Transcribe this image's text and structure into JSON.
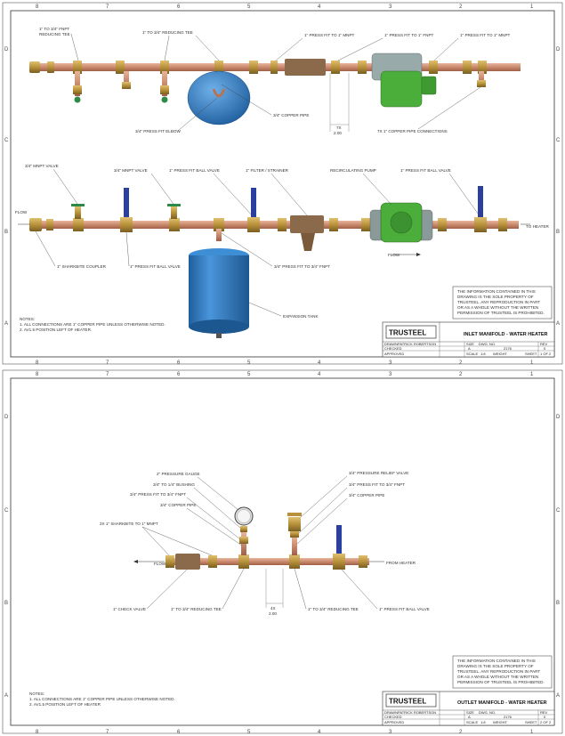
{
  "zones": {
    "columns": [
      "8",
      "7",
      "6",
      "5",
      "4",
      "3",
      "2",
      "1"
    ],
    "rows": [
      "D",
      "C",
      "B",
      "A"
    ]
  },
  "sheet1": {
    "labels": {
      "reduce_tee_nptf": "1\" TO 3/4\" FNPT",
      "reduce_tee_nptf2": "REDUCING TEE",
      "reducing_tee": "1\" TO 3/4\" REDUCING TEE",
      "press_fit_mnpt": "1\" PRESS FIT TO 1\" MNPT",
      "press_fit_fnpt_top": "1\" PRESS FIT TO 1\" FNPT",
      "press_fit_mnpt_top": "1\" PRESS FIT TO 1\" MNPT",
      "copper_pipe_34": "3/4\" COPPER PIPE",
      "press_fit_elbow": "3/4\" PRESS FIT ELBOW",
      "copper_pipe_connections": "7X 1\" COPPER PIPE CONNECTIONS",
      "dim_7x": "7X",
      "dim_val": "2.00",
      "mnpt_valve_left": "3/4\" MNPT VALVE",
      "mnpt_valve_mid": "3/4\" MNPT VALVE",
      "press_fit_ball_valve": "1\" PRESS FIT BALL VALVE",
      "filter_strainer": "1\" FILTER / STRAINER",
      "recirc_pump": "RECIRCULATING PUMP",
      "press_fit_ball_valve_right": "1\" PRESS FIT BALL VALVE",
      "flow_left": "FLOW",
      "to_heater": "TO HEATER",
      "flow_arrow": "FLOW",
      "sharkbite_coupler": "1\" SHARKBITE COUPLER",
      "press_fit_ball_valve_bottom": "1\" PRESS FIT BALL VALVE",
      "press_fit_fnpt_bottom": "3/4\" PRESS FIT TO 3/4\" FNPT",
      "expansion_tank": "EXPANSION TANK"
    },
    "notes": [
      "NOTES:",
      "1. ALL CONNECTIONS ARE 1\" COPPER PIPE UNLESS OTHERWISE NOTED.",
      "2. AV1.5 POSITION LEFT OF HEATER."
    ],
    "property_notice": [
      "THE INFORMATION CONTAINED IN THIS",
      "DRAWING IS THE SOLE PROPERTY OF",
      "TRUSTEEL. ANY REPRODUCTION IN PART",
      "OR AS A WHOLE WITHOUT THE WRITTEN",
      "PERMISSION OF TRUSTEEL IS PROHIBITED."
    ],
    "title_block": {
      "logo": "TRUSTEEL",
      "title": "INLET MANIFOLD - WATER HEATER",
      "drawn_label": "DRAWN",
      "drawn_name": "PATRICK ROBERTSON",
      "checked_label": "CHECKED",
      "approved_label": "APPROVED",
      "size_label": "SIZE",
      "size_val": "A",
      "dwg_label": "DWG. NO.",
      "dwg_val": "2176",
      "rev_label": "REV",
      "rev_val": "0",
      "scale_label": "SCALE",
      "scale_val": "1:8",
      "weight_label": "WEIGHT",
      "sheet_label": "SHEET",
      "sheet_val": "1 OF 2"
    }
  },
  "sheet2": {
    "labels": {
      "pressure_gauge": "2\" PRESSURE GAUGE",
      "bushing": "3/4\" TO 1/4\" BUSHING",
      "press_fit_fnpt": "3/4\" PRESS FIT TO 3/4\" FNPT",
      "copper_pipe": "3/4\" COPPER PIPE",
      "sharkbite_mnpt": "2X 1\" SHARKBITE TO 1\" MNPT",
      "relief_valve": "3/4\" PRESSURE RELIEF VALVE",
      "press_fit_mnpt": "3/4\" PRESS FIT TO 3/4\" FNPT",
      "copper_pipe_right": "3/4\" COPPER PIPE",
      "flow": "FLOW",
      "from_heater": "FROM HEATER",
      "check_valve": "1\" CHECK VALVE",
      "reducing_tee_left": "1\" TO 3/4\" REDUCING TEE",
      "dim_4x": "4X",
      "dim_val": "2.00",
      "reducing_tee_right": "1\" TO 3/4\" REDUCING TEE",
      "ball_valve": "1\" PRESS FIT BALL VALVE"
    },
    "notes": [
      "NOTES:",
      "1. ALL CONNECTIONS ARE 1\" COPPER PIPE UNLESS OTHERWISE NOTED.",
      "2. AV1.5 POSITION LEFT OF HEATER"
    ],
    "property_notice": [
      "THE INFORMATION CONTAINED IN THIS",
      "DRAWING IS THE SOLE PROPERTY OF",
      "TRUSTEEL. ANY REPRODUCTION IN PART",
      "OR AS A WHOLE WITHOUT THE WRITTEN",
      "PERMISSION OF TRUSTEEL IS PROHIBITED."
    ],
    "title_block": {
      "logo": "TRUSTEEL",
      "title": "OUTLET MANIFOLD - WATER HEATER",
      "drawn_label": "DRAWN",
      "drawn_name": "PATRICK ROBERTSON",
      "checked_label": "CHECKED",
      "approved_label": "APPROVED",
      "size_label": "SIZE",
      "size_val": "A",
      "dwg_label": "DWG. NO.",
      "dwg_val": "2176",
      "rev_label": "REV",
      "rev_val": "0",
      "scale_label": "SCALE",
      "scale_val": "1:8",
      "weight_label": "WEIGHT",
      "sheet_label": "SHEET",
      "sheet_val": "2 OF 2"
    }
  },
  "colors": {
    "copper": "#c98a6e",
    "copper_dark": "#9e5f46",
    "brass": "#b8913a",
    "tank_blue": "#2f7fc8",
    "pump_green": "#4cae3a",
    "handle_blue": "#2a3fa0",
    "valve_green": "#2f8a4a",
    "strainer": "#8a6a4a"
  }
}
